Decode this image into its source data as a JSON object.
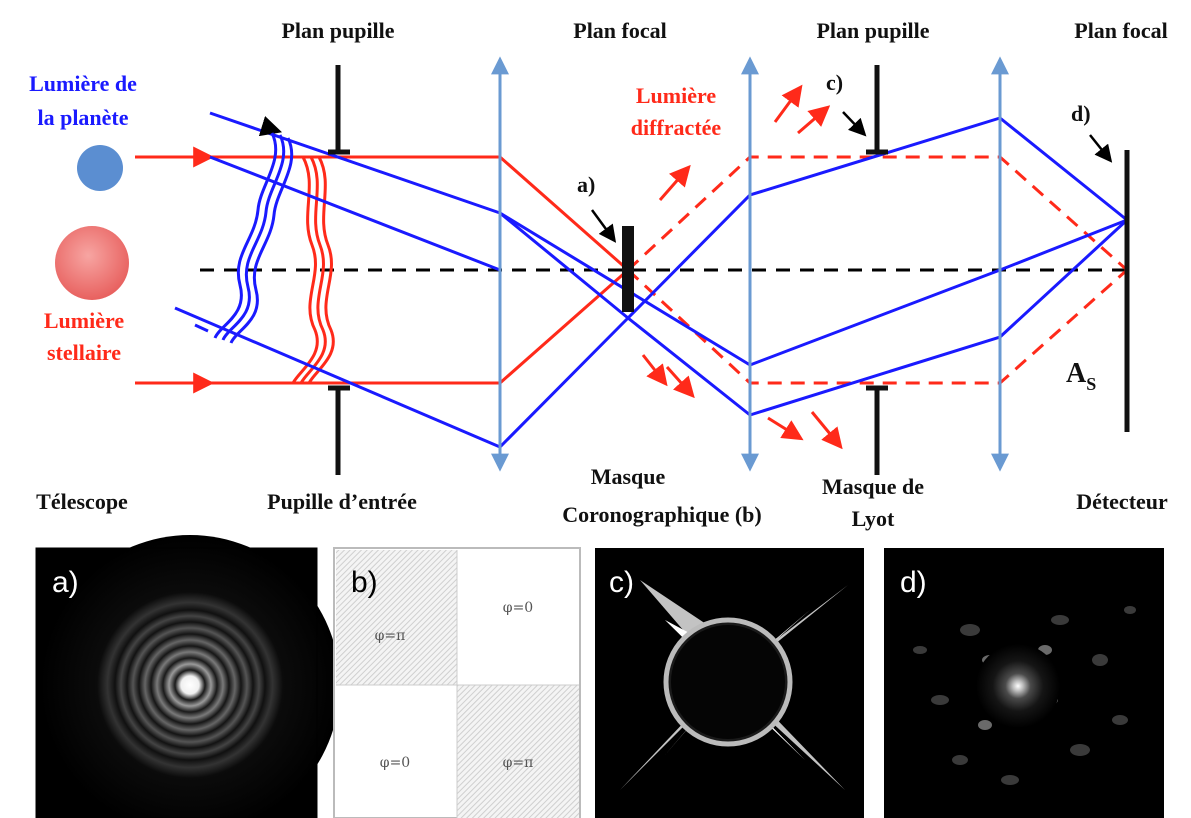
{
  "labels": {
    "top": {
      "plan_pupille_1": "Plan pupille",
      "plan_focal_1": "Plan focal",
      "plan_pupille_2": "Plan pupille",
      "plan_focal_2": "Plan focal"
    },
    "planet_light": [
      "Lumière de",
      "la planète"
    ],
    "stellar_light": [
      "Lumière",
      "stellaire"
    ],
    "diffracted_light": [
      "Lumière",
      "diffractée"
    ],
    "markers": {
      "a": "a)",
      "c": "c)",
      "d": "d)"
    },
    "detector_symbol": "A",
    "detector_symbol_sub": "S",
    "bottom": {
      "telescope": "Télescope",
      "entrance_pupil": "Pupille d’entrée",
      "coronagraphic_mask": [
        "Masque",
        "Coronographique (b)"
      ],
      "lyot_mask": [
        "Masque de",
        "Lyot"
      ],
      "detector": "Détecteur"
    }
  },
  "panels": [
    {
      "letter": "a)"
    },
    {
      "letter": "b)",
      "quadrants": [
        "φ=π",
        "φ=0",
        "φ=0",
        "φ=π"
      ]
    },
    {
      "letter": "c)"
    },
    {
      "letter": "d)"
    }
  ],
  "colors": {
    "star_light": "#ff2a1a",
    "planet_light": "#1a1aff",
    "planet_disc": "#5b8ed1",
    "star_disc": "#f07a78",
    "lens": "#6a9ad2",
    "optical_axis": "#000000"
  }
}
